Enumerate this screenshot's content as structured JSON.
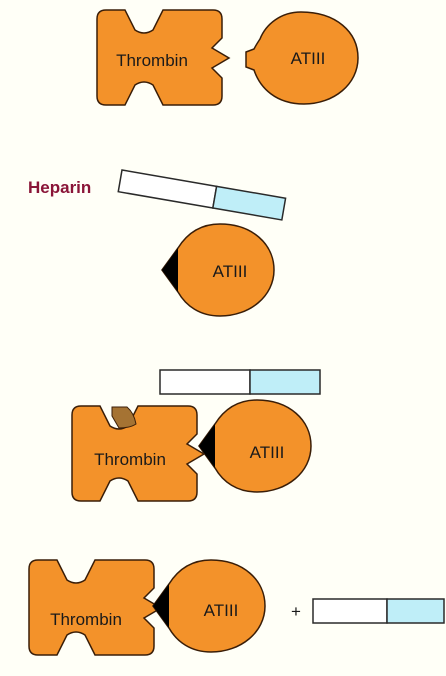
{
  "labels": {
    "thrombin": "Thrombin",
    "atiii": "ATIII",
    "heparin": "Heparin",
    "plus": "+"
  },
  "colors": {
    "protein_fill": "#f3922a",
    "protein_stroke": "#3a1e08",
    "bar_white": "#ffffff",
    "bar_blue": "#bfeef8",
    "bar_stroke": "#2a2a2a",
    "binding_site": "#a57333",
    "active_site": "#000000",
    "heparin_text": "#8a1538",
    "background": "#fffff7"
  },
  "panels": [
    {
      "id": "panel-1",
      "contents": [
        "thrombin",
        "atiii"
      ]
    },
    {
      "id": "panel-2",
      "contents": [
        "heparin",
        "atiii-activated"
      ]
    },
    {
      "id": "panel-3",
      "contents": [
        "heparin",
        "thrombin",
        "atiii-activated"
      ]
    },
    {
      "id": "panel-4",
      "contents": [
        "thrombin",
        "atiii-activated",
        "plus",
        "heparin"
      ]
    }
  ]
}
